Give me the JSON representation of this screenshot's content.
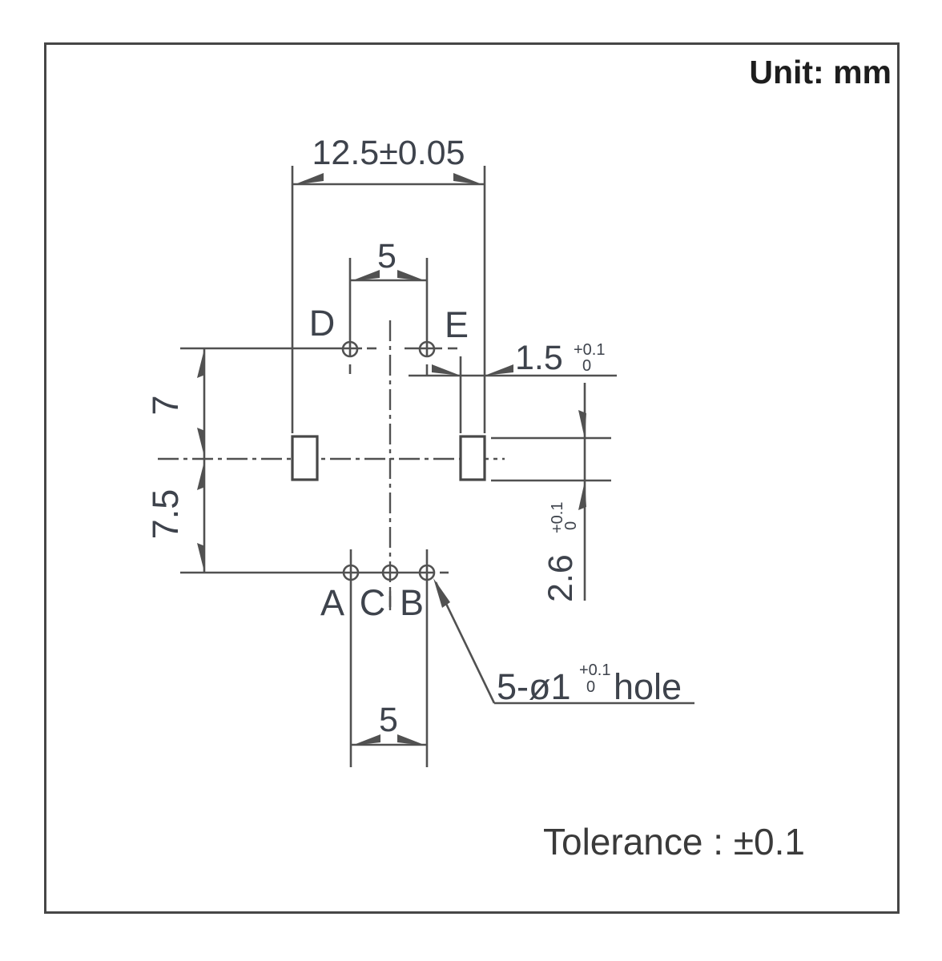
{
  "frame": {
    "unit_label": "Unit: mm",
    "tolerance_label": "Tolerance : ±0.1"
  },
  "dims": {
    "overall_width": "12.5±0.05",
    "top_pitch": "5",
    "bottom_pitch": "5",
    "upper_span": "7",
    "lower_span": "7.5",
    "pad_width": "1.5",
    "pad_width_tol_plus": "+0.1",
    "pad_width_tol_minus": "0",
    "pad_height": "2.6",
    "pad_height_tol_plus": "+0.1",
    "pad_height_tol_minus": "0"
  },
  "hole_labels": {
    "d": "D",
    "e": "E",
    "a": "A",
    "c": "C",
    "b": "B"
  },
  "hole_spec": {
    "prefix": "5-ø1",
    "tol_plus": "+0.1",
    "tol_minus": "0",
    "suffix": "hole"
  },
  "colors": {
    "line": "#515151",
    "dim_text": "#3e434c",
    "black_text": "#1d1d1d",
    "note_text": "#3a3a3a",
    "border": "#464646",
    "background": "#ffffff"
  }
}
